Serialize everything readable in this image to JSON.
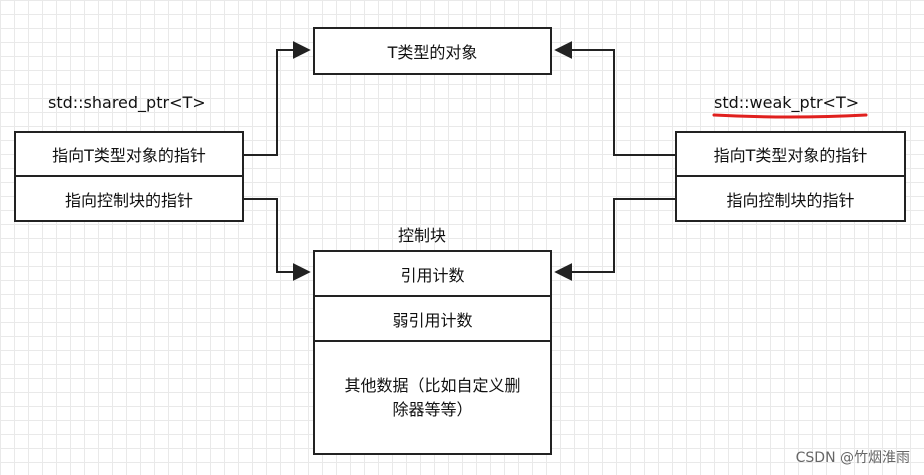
{
  "diagram": {
    "t_object": "T类型的对象",
    "shared_ptr": {
      "label": "std::shared_ptr<T>",
      "ptr_to_object": "指向T类型对象的指针",
      "ptr_to_control": "指向控制块的指针"
    },
    "weak_ptr": {
      "label": "std::weak_ptr<T>",
      "ptr_to_object": "指向T类型对象的指针",
      "ptr_to_control": "指向控制块的指针"
    },
    "control_block": {
      "title": "控制块",
      "ref_count": "引用计数",
      "weak_ref_count": "弱引用计数",
      "other_data": "其他数据（比如自定义删除器等等）"
    }
  },
  "watermark": "CSDN @竹烟淮雨"
}
